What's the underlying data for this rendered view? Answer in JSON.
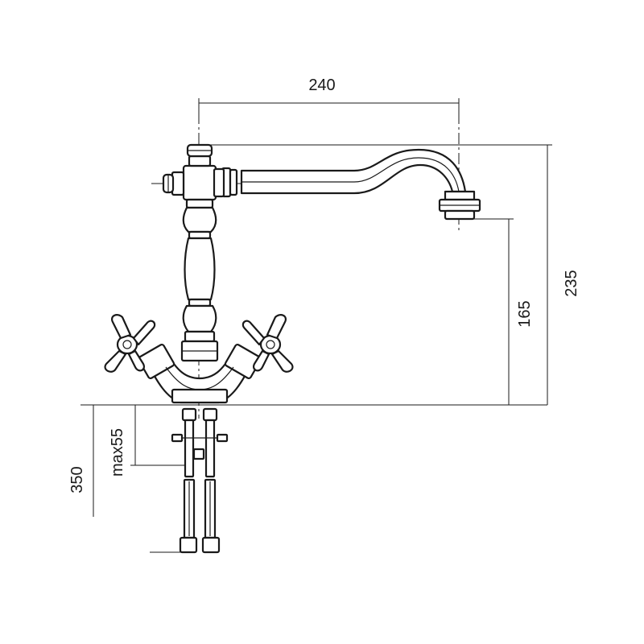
{
  "dimensions": {
    "spout_reach": "240",
    "total_height": "235",
    "spout_height": "165",
    "max_deck_thickness": "max55",
    "hose_length": "350"
  },
  "colors": {
    "line": "#1a1a1a",
    "background": "#ffffff"
  }
}
